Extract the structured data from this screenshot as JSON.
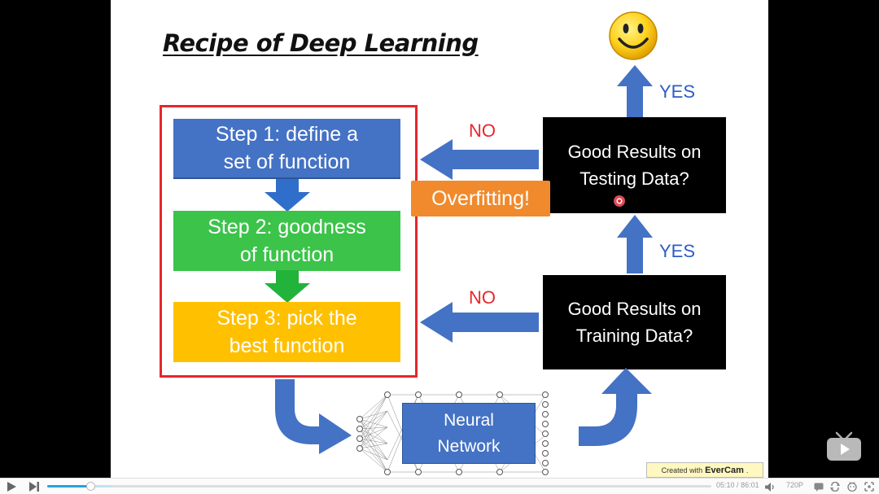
{
  "slide": {
    "title": "Recipe of Deep Learning",
    "steps": [
      {
        "label": "Step 1: define a\nset of function"
      },
      {
        "label": "Step 2: goodness\nof function"
      },
      {
        "label": "Step 3: pick the\nbest function"
      }
    ],
    "testing_box": "Good Results on\nTesting Data?",
    "training_box": "Good Results on\nTraining Data?",
    "yes_top": "YES",
    "yes_mid": "YES",
    "no_top": "NO",
    "no_bottom": "NO",
    "overfitting": "Overfitting!",
    "neural_network": "Neural\nNetwork",
    "credit_prefix": "Created with",
    "credit_brand": "EverCam",
    "credit_suffix": ".",
    "colors": {
      "step1": "#4472c4",
      "step2": "#3cc34a",
      "step3": "#ffc000",
      "arrow_blue": "#4472c4",
      "red": "#e8262a",
      "orange": "#f08a2c"
    },
    "icons": [
      "smiley-face-icon",
      "laser-pointer-icon"
    ]
  },
  "player": {
    "progress": 0.065,
    "buffered": 0.095,
    "current_time": "05:10",
    "separator": "/",
    "duration": "86:01",
    "quality": "720P",
    "icons": [
      "play-icon",
      "next-icon",
      "volume-icon",
      "danmaku-icon",
      "loop-icon",
      "settings-icon",
      "fullscreen-icon",
      "tv-logo-icon"
    ]
  }
}
